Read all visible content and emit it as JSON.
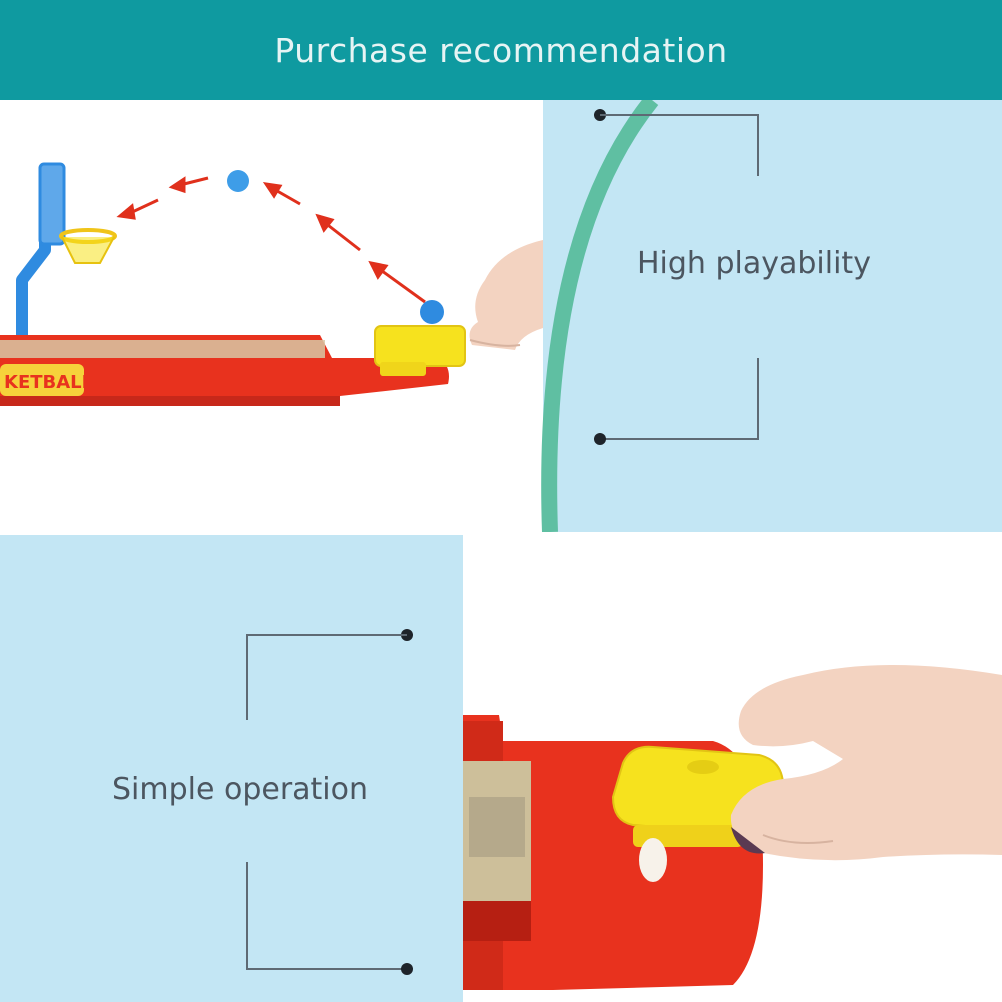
{
  "header": {
    "title": "Purchase recommendation"
  },
  "features": {
    "top": {
      "label": "High playability"
    },
    "bottom": {
      "label": "Simple operation"
    }
  },
  "product_print": {
    "logo_text": "KETBALL"
  },
  "colors": {
    "header_bg": "#0f9aa0",
    "panel_bg": "#c3e6f4",
    "arc_accent": "#5fbfa2",
    "toy_red": "#e8321e",
    "toy_yellow": "#f6e21e",
    "hoop_blue": "#2f8be0",
    "ball_blue": "#3e9de8",
    "arrow_red": "#e0301c"
  },
  "icons": [
    "ball-trajectory-arrow-icon"
  ]
}
